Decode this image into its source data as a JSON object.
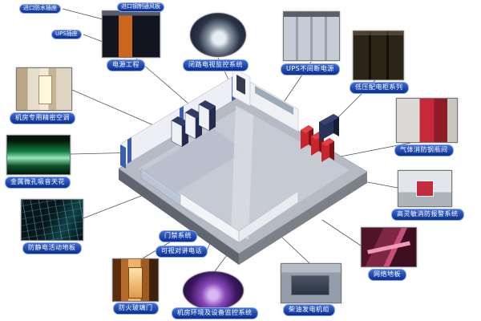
{
  "figure": {
    "description": "机房工程整体解决方案示意图",
    "background": "#ffffff"
  },
  "colors": {
    "label_bg": "#0a2f8e",
    "label_text": "#ffffff",
    "connector_line": "#555555",
    "floor": "#b6bac4",
    "slab_side": "#60656f",
    "wall": "#edeff4",
    "cabinet_dark": "#232a4e",
    "cabinet_red": "#c8242c",
    "pillar_blue": "#3a5fb0"
  },
  "callouts": [
    {
      "id": "power-engineering",
      "label": "电源工程"
    },
    {
      "id": "cctv-system",
      "label": "闭路电视监控系统"
    },
    {
      "id": "ups-power",
      "label": "UPS不间断电源"
    },
    {
      "id": "lv-distribution",
      "label": "低压配电柜系列"
    },
    {
      "id": "gas-fire-room",
      "label": "气体消防钢瓶间"
    },
    {
      "id": "fire-alarm-system",
      "label": "高灵敏消防报警系统"
    },
    {
      "id": "network-floor",
      "label": "网络地板"
    },
    {
      "id": "diesel-generator",
      "label": "柴油发电机组"
    },
    {
      "id": "env-monitoring",
      "label": "机房环境及设备监控系统"
    },
    {
      "id": "access-control",
      "label": "门禁系统"
    },
    {
      "id": "video-intercom",
      "label": "可视对讲电话"
    },
    {
      "id": "fire-glass-door",
      "label": "防火玻璃门"
    },
    {
      "id": "antistatic-floor",
      "label": "防静电活动地板"
    },
    {
      "id": "metal-ceiling",
      "label": "金属微孔吸音天花"
    },
    {
      "id": "precision-ac",
      "label": "机房专用精密空调"
    }
  ],
  "mini_labels": [
    {
      "id": "waterproof-socket",
      "label": "进口防水插座"
    },
    {
      "id": "steel-vent-panel",
      "label": "进口钢制通风板"
    },
    {
      "id": "ups-socket",
      "label": "UPS插座"
    }
  ]
}
